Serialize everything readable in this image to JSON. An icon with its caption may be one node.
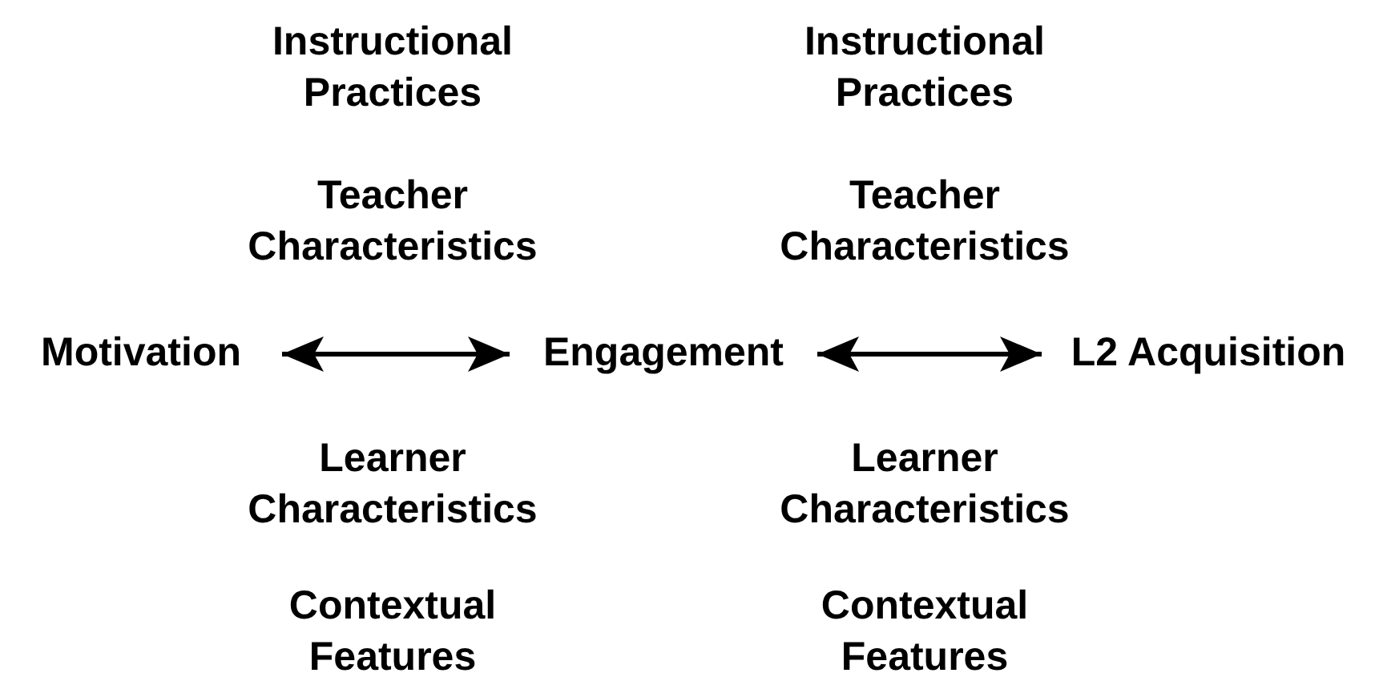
{
  "diagram": {
    "nodes": [
      {
        "text": [
          "Motivation"
        ]
      },
      {
        "text": [
          "Engagement"
        ]
      },
      {
        "text": [
          "L2 Acquisition"
        ]
      }
    ],
    "edges": [
      {
        "from": 0,
        "to": 1,
        "arrow": "both"
      },
      {
        "from": 1,
        "to": 2,
        "arrow": "both"
      }
    ],
    "labels": [
      "Instructional Practices",
      "Instructional Practices",
      "Teacher Characteristics",
      "Teacher Characteristics",
      "Learner Characteristics",
      "Learner Characteristics",
      "Contextual Features",
      "Contextual Features"
    ]
  }
}
